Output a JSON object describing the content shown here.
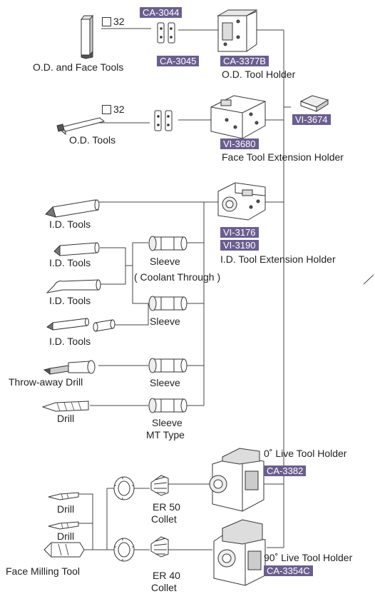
{
  "codes": {
    "ca3044": "CA-3044",
    "ca3045": "CA-3045",
    "ca3377b": "CA-3377B",
    "vi3674": "VI-3674",
    "vi3680": "VI-3680",
    "vi3176": "VI-3176",
    "vi3190": "VI-3190",
    "ca3382": "CA-3382",
    "ca3354c": "CA-3354C"
  },
  "labels": {
    "shank_size_1": "32",
    "shank_size_2": "32",
    "od_face_tools": "O.D. and Face Tools",
    "od_tool_holder": "O.D. Tool Holder",
    "od_tools": "O.D. Tools",
    "face_tool_ext_holder": "Face Tool Extension Holder",
    "id_tools_1": "I.D. Tools",
    "id_tools_2": "I.D. Tools",
    "id_tools_3": "I.D. Tools",
    "id_tools_4": "I.D. Tools",
    "id_tool_ext_holder": "I.D. Tool Extension Holder",
    "sleeve_1": "Sleeve",
    "coolant_through": "( Coolant Through )",
    "sleeve_2": "Sleeve",
    "throw_away_drill": "Throw-away Drill",
    "sleeve_3": "Sleeve",
    "drill_1": "Drill",
    "sleeve_mt_line1": "Sleeve",
    "sleeve_mt_line2": "MT Type",
    "live_0": "0˚ Live Tool Holder",
    "live_90": "90˚ Live Tool Holder",
    "drill_2": "Drill",
    "drill_3": "Drill",
    "face_milling_tool": "Face Milling Tool",
    "er50_line1": "ER 50",
    "er50_line2": "Collet",
    "er40_line1": "ER 40",
    "er40_line2": "Collet"
  }
}
